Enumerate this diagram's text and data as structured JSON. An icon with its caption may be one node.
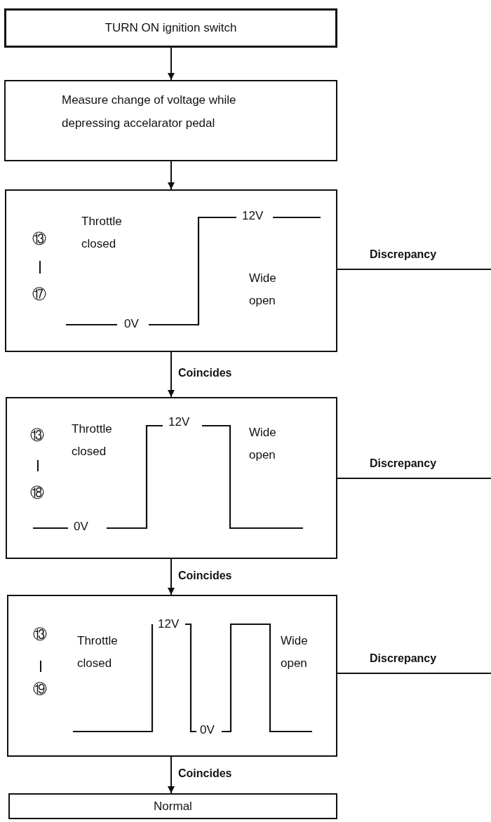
{
  "diagram": {
    "nodes": [
      {
        "text": [
          "TURN ON ignition switch"
        ]
      },
      {
        "text": [
          "Measure change of voltage while depressing accelarator pedal"
        ]
      },
      {
        "text": [
          "⑬",
          "⑰",
          "Throttle closed",
          "Wide open",
          "12V",
          "0V"
        ]
      },
      {
        "text": [
          "⑬",
          "⑱",
          "Throttle closed",
          "Wide open",
          "12V",
          "0V"
        ]
      },
      {
        "text": [
          "⑬",
          "⑲",
          "Throttle closed",
          "Wide open",
          "12V",
          "0V"
        ]
      },
      {
        "text": [
          "Normal"
        ]
      }
    ],
    "edges": [
      {
        "from": 0,
        "to": 1,
        "arrow": "to"
      },
      {
        "from": 1,
        "to": 2,
        "arrow": "to"
      },
      {
        "from": 2,
        "to": 3,
        "arrow": "to",
        "label": "Coincides"
      },
      {
        "from": 3,
        "to": 4,
        "arrow": "to",
        "label": "Coincides"
      },
      {
        "from": 4,
        "to": 5,
        "arrow": "to",
        "label": "Coincides"
      },
      {
        "from": 2,
        "to": null,
        "arrow": "none",
        "label": "Discrepancy"
      },
      {
        "from": 3,
        "to": null,
        "arrow": "none",
        "label": "Discrepancy"
      },
      {
        "from": 4,
        "to": null,
        "arrow": "none",
        "label": "Discrepancy"
      }
    ]
  }
}
